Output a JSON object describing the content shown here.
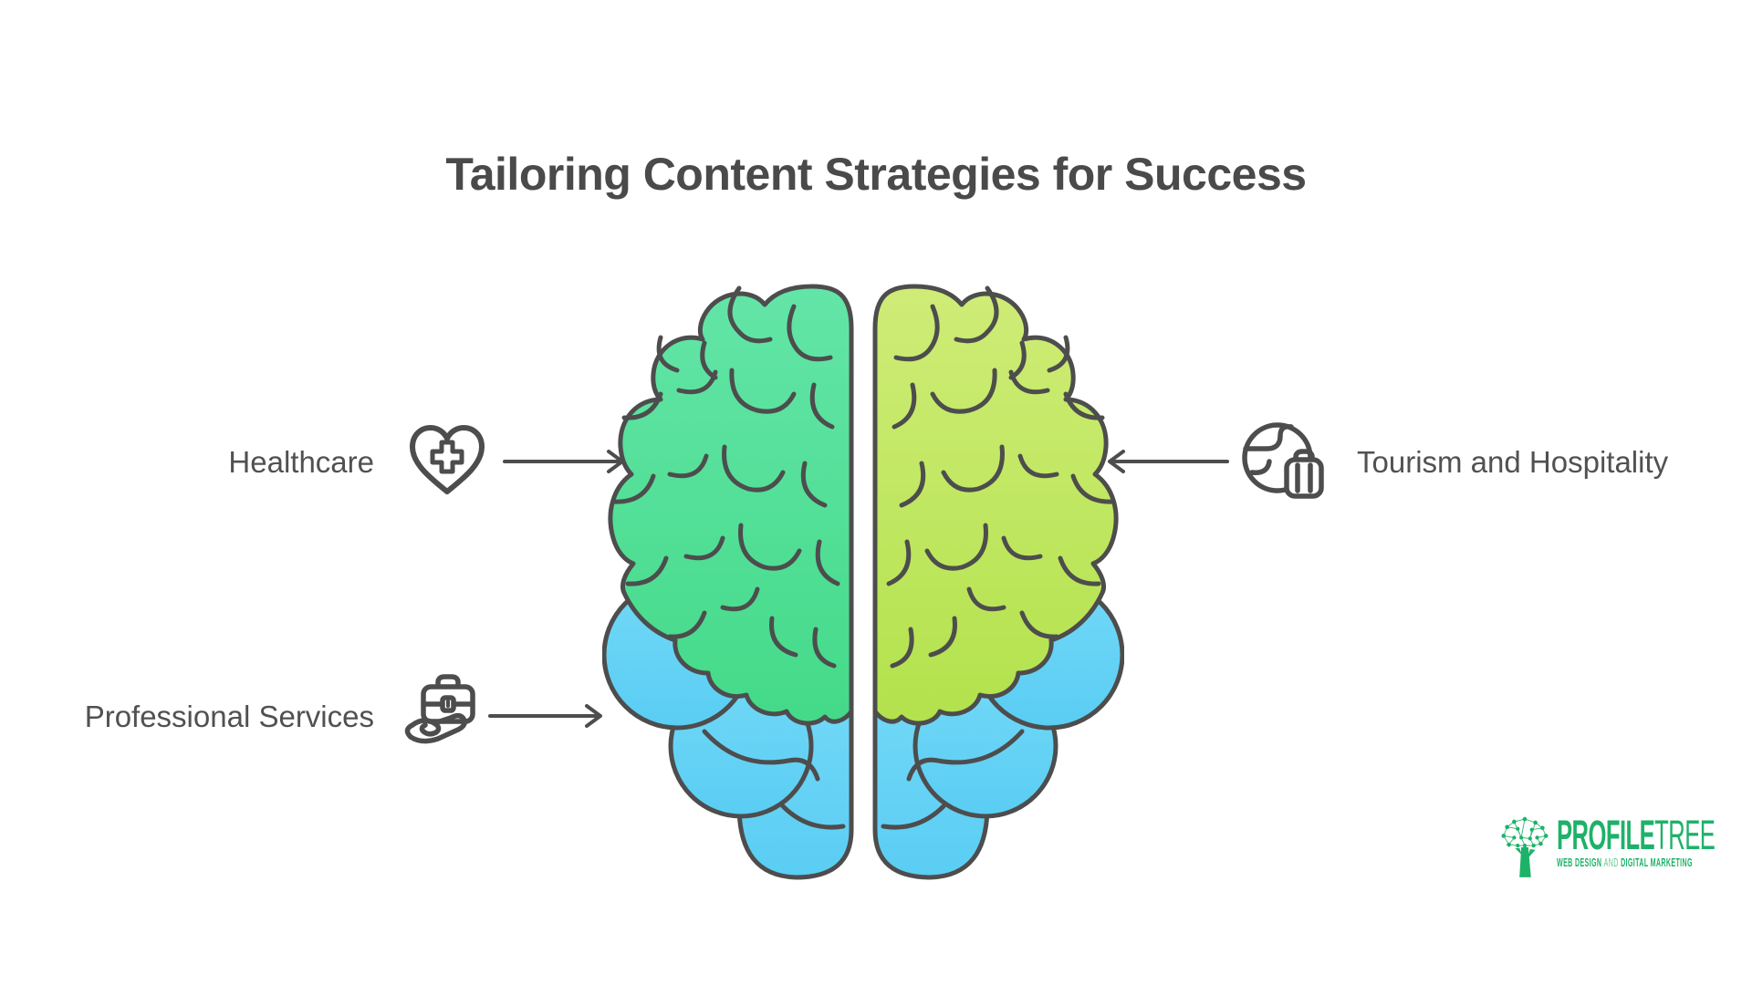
{
  "title": {
    "text": "Tailoring Content Strategies for Success"
  },
  "palette": {
    "background": "#FFFFFF",
    "title_color": "#4A4A4A",
    "label_color": "#515151",
    "line_color": "#4D4D4D"
  },
  "brain": {
    "left_hemisphere_color": "#63E5A7",
    "right_hemisphere_color": "#CFEC77",
    "lower_lobes_color": "#72D8F7",
    "outline_color": "#4D4D4D"
  },
  "sectors": [
    {
      "label": "Healthcare",
      "icon": "heart-medical-icon",
      "side": "left"
    },
    {
      "label": "Professional Services",
      "icon": "briefcase-hand-icon",
      "side": "left"
    },
    {
      "label": "Tourism and Hospitality",
      "icon": "globe-luggage-icon",
      "side": "right"
    }
  ],
  "logo": {
    "brand_primary": "PROFILE",
    "brand_secondary": "TREE",
    "tagline_bold_1": "WEB DESIGN",
    "tagline_light": "AND",
    "tagline_bold_2": "DIGITAL MARKETING",
    "color": "#1EB269"
  }
}
